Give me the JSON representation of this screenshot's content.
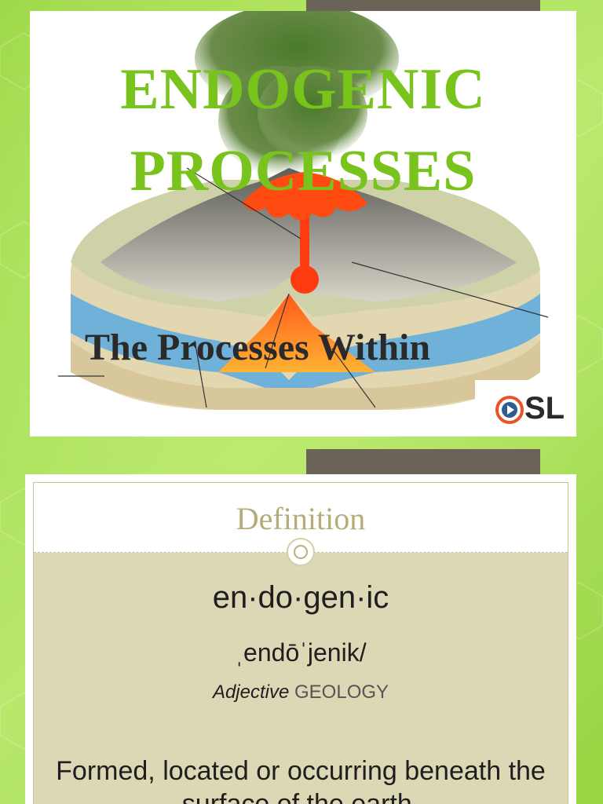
{
  "slide1": {
    "title_line1": "ENDOGENIC",
    "title_line2": "PROCESSES",
    "subtitle": "The Processes Within",
    "logo_text": "SL"
  },
  "slide2": {
    "heading": "Definition",
    "word": "en·do·gen·ic",
    "pronunciation": "ˌendōˈjenik/",
    "part_of_speech": "Adjective",
    "field": "GEOLOGY",
    "definition": "Formed, located or occurring beneath the surface of the earth."
  },
  "colors": {
    "title_green": "#78c31c",
    "background_green": "#a8de5a",
    "tab_gray": "#6b6258",
    "card_beige": "#dcd7b5"
  }
}
